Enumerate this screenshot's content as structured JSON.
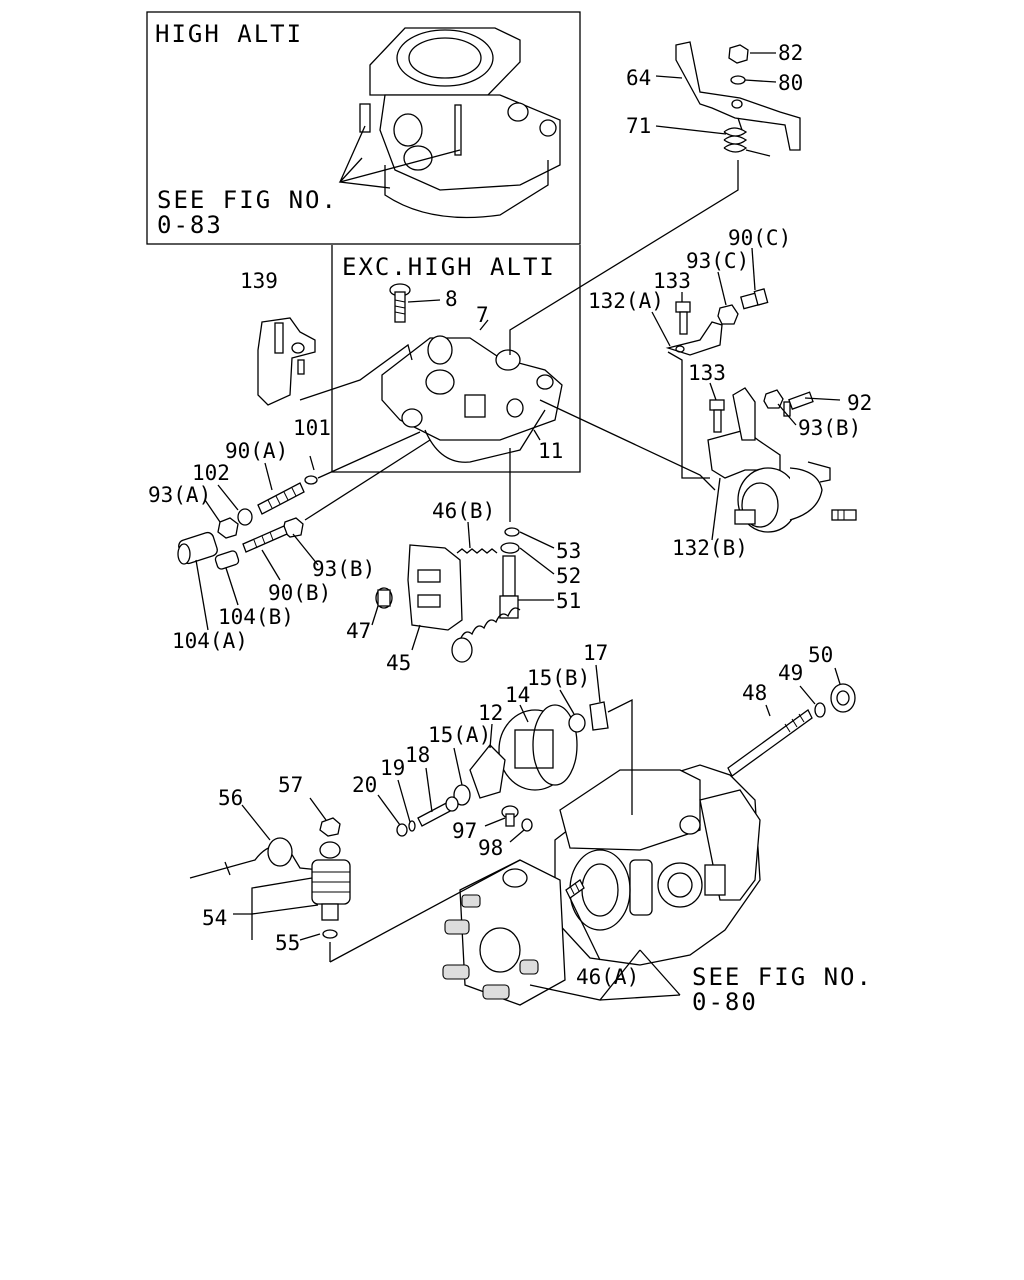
{
  "insets": {
    "high_alti": {
      "title": "HIGH ALTI",
      "ref_line1": "SEE FIG NO.",
      "ref_line2": "0-83"
    },
    "exc_high_alti": {
      "title": "EXC.HIGH ALTI"
    }
  },
  "main_ref": {
    "line1": "SEE FIG NO.",
    "line2": "0-80"
  },
  "callouts": {
    "c82": "82",
    "c80": "80",
    "c64": "64",
    "c71": "71",
    "c90c": "90(C)",
    "c93c": "93(C)",
    "c133a": "133",
    "c132a": "132(A)",
    "c139": "139",
    "c8": "8",
    "c7": "7",
    "c11": "11",
    "c101": "101",
    "c90a": "90(A)",
    "c102": "102",
    "c93a": "93(A)",
    "c93b_left": "93(B)",
    "c90b": "90(B)",
    "c104b": "104(B)",
    "c104a": "104(A)",
    "c133b": "133",
    "c92": "92",
    "c93b_right": "93(B)",
    "c132b": "132(B)",
    "c46b": "46(B)",
    "c53": "53",
    "c52": "52",
    "c51": "51",
    "c47": "47",
    "c45": "45",
    "c17": "17",
    "c50": "50",
    "c49": "49",
    "c48": "48",
    "c15b": "15(B)",
    "c14": "14",
    "c12": "12",
    "c15a": "15(A)",
    "c18": "18",
    "c19": "19",
    "c20": "20",
    "c56": "56",
    "c57": "57",
    "c97": "97",
    "c98": "98",
    "c54": "54",
    "c55": "55",
    "c46a": "46(A)"
  }
}
